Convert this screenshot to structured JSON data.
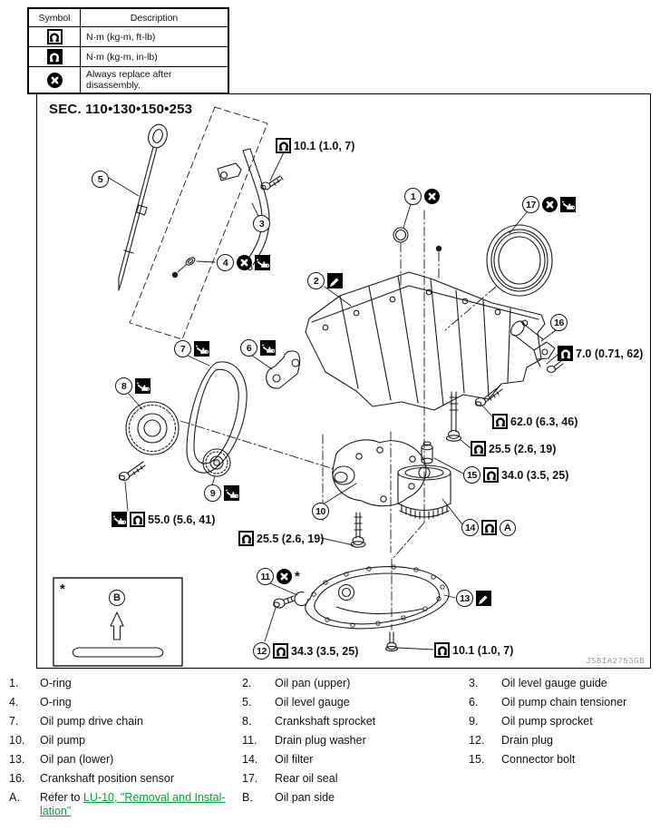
{
  "legend": {
    "headers": [
      "Symbol",
      "Description"
    ],
    "rows": [
      {
        "icon": "torque-wrench-ftlb-icon",
        "description": "N·m (kg-m, ft-lb)"
      },
      {
        "icon": "torque-wrench-inlb-icon",
        "description": "N·m (kg-m, in-lb)"
      },
      {
        "icon": "replace-after-disassembly-icon",
        "description": "Always replace after disassembly."
      }
    ]
  },
  "diagram": {
    "section_title": "SEC. 110•130•150•253",
    "figure_id": "JSBIA2753GB",
    "asterisk": "*",
    "callout_numbers": {
      "c1": "1",
      "c2": "2",
      "c3": "3",
      "c4": "4",
      "c5": "5",
      "c6": "6",
      "c7": "7",
      "c8": "8",
      "c9": "9",
      "c10": "10",
      "c11": "11",
      "c12": "12",
      "c13": "13",
      "c14": "14",
      "c15": "15",
      "c16": "16",
      "c17": "17",
      "refA": "A",
      "insetB": "B"
    },
    "torques": {
      "gauge_guide_bolt": "10.1 (1.0, 7)",
      "ckp_sensor_bolt": "7.0 (0.71, 62)",
      "block_bolt": "62.0 (6.3, 46)",
      "upper_pan_bolt": "25.5 (2.6, 19)",
      "connector_bolt": "34.0 (3.5, 25)",
      "sprocket_area": "55.0 (5.6, 41)",
      "oil_pump_bolt": "25.5 (2.6, 19)",
      "drain_plug": "34.3 (3.5, 25)",
      "lower_pan_bolt": "10.1 (1.0, 7)"
    }
  },
  "parts_list": {
    "items": [
      {
        "num": "1.",
        "label": "O-ring"
      },
      {
        "num": "2.",
        "label": "Oil pan (upper)"
      },
      {
        "num": "3.",
        "label": "Oil level gauge guide"
      },
      {
        "num": "4.",
        "label": "O-ring"
      },
      {
        "num": "5.",
        "label": "Oil level gauge"
      },
      {
        "num": "6.",
        "label": "Oil pump chain tensioner"
      },
      {
        "num": "7.",
        "label": "Oil pump drive chain"
      },
      {
        "num": "8.",
        "label": "Crankshaft sprocket"
      },
      {
        "num": "9.",
        "label": "Oil pump sprocket"
      },
      {
        "num": "10.",
        "label": "Oil pump"
      },
      {
        "num": "11.",
        "label": "Drain plug washer"
      },
      {
        "num": "12.",
        "label": "Drain plug"
      },
      {
        "num": "13.",
        "label": "Oil pan (lower)"
      },
      {
        "num": "14.",
        "label": "Oil filter"
      },
      {
        "num": "15.",
        "label": "Connector bolt"
      },
      {
        "num": "16.",
        "label": "Crankshaft position sensor"
      },
      {
        "num": "17.",
        "label": "Rear oil seal"
      }
    ],
    "ref_a": {
      "num": "A.",
      "prefix": "Refer to ",
      "link_line1": "LU-10, \"Removal and Instal-",
      "link_line2": "lation\""
    },
    "ref_b": {
      "num": "B.",
      "label": "Oil pan side"
    }
  },
  "colors": {
    "link_green": "#00A33C",
    "line": "#1a1a1a"
  }
}
